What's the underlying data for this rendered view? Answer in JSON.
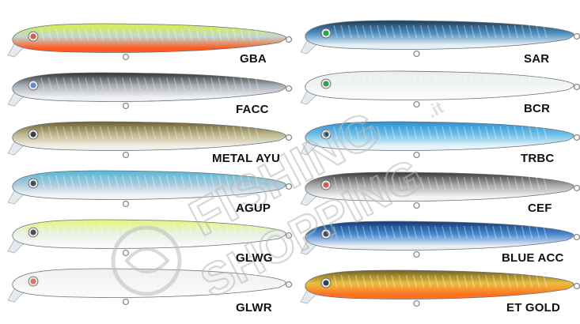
{
  "watermark": {
    "line1": "FISHING",
    "line2": "SHOPPING",
    "suffix": ".it",
    "color": "#c9c9c9"
  },
  "lures": [
    {
      "name": "GBA",
      "back": "#d8f040",
      "mid": "#c0d8d0",
      "belly": "#ff5a20",
      "eye": "#d06050"
    },
    {
      "name": "FACC",
      "back": "#303030",
      "mid": "#a8b0b8",
      "belly": "#f0f0f0",
      "eye": "#6090c0"
    },
    {
      "name": "METAL AYU",
      "back": "#6a6030",
      "mid": "#c0b890",
      "belly": "#f0f0e8",
      "eye": "#404040"
    },
    {
      "name": "AGUP",
      "back": "#50b8d8",
      "mid": "#a8c8d8",
      "belly": "#f0f4f8",
      "eye": "#405060"
    },
    {
      "name": "GLWG",
      "back": "#e0f870",
      "mid": "#e8f0e0",
      "belly": "#f8f8f8",
      "eye": "#505050"
    },
    {
      "name": "GLWR",
      "back": "#f0f0f0",
      "mid": "#f4f4f4",
      "belly": "#fafafa",
      "eye": "#e07060"
    },
    {
      "name": "SAR",
      "back": "#1c3c58",
      "mid": "#5090c0",
      "belly": "#e8f0f4",
      "eye": "#30a050"
    },
    {
      "name": "BCR",
      "back": "#e8f0ec",
      "mid": "#f0f4f0",
      "belly": "#fafafa",
      "eye": "#30a050"
    },
    {
      "name": "TRBC",
      "back": "#2890d0",
      "mid": "#70c0e8",
      "belly": "#e8f4f8",
      "eye": "#305060"
    },
    {
      "name": "CEF",
      "back": "#383838",
      "mid": "#a8a8a8",
      "belly": "#f4f4f4",
      "eye": "#d06050"
    },
    {
      "name": "BLUE ACC",
      "back": "#103a78",
      "mid": "#4a8ad0",
      "belly": "#e8eef4",
      "eye": "#405060"
    },
    {
      "name": "ET GOLD",
      "back": "#706020",
      "mid": "#e8c040",
      "belly": "#ff7020",
      "eye": "#304050"
    }
  ]
}
